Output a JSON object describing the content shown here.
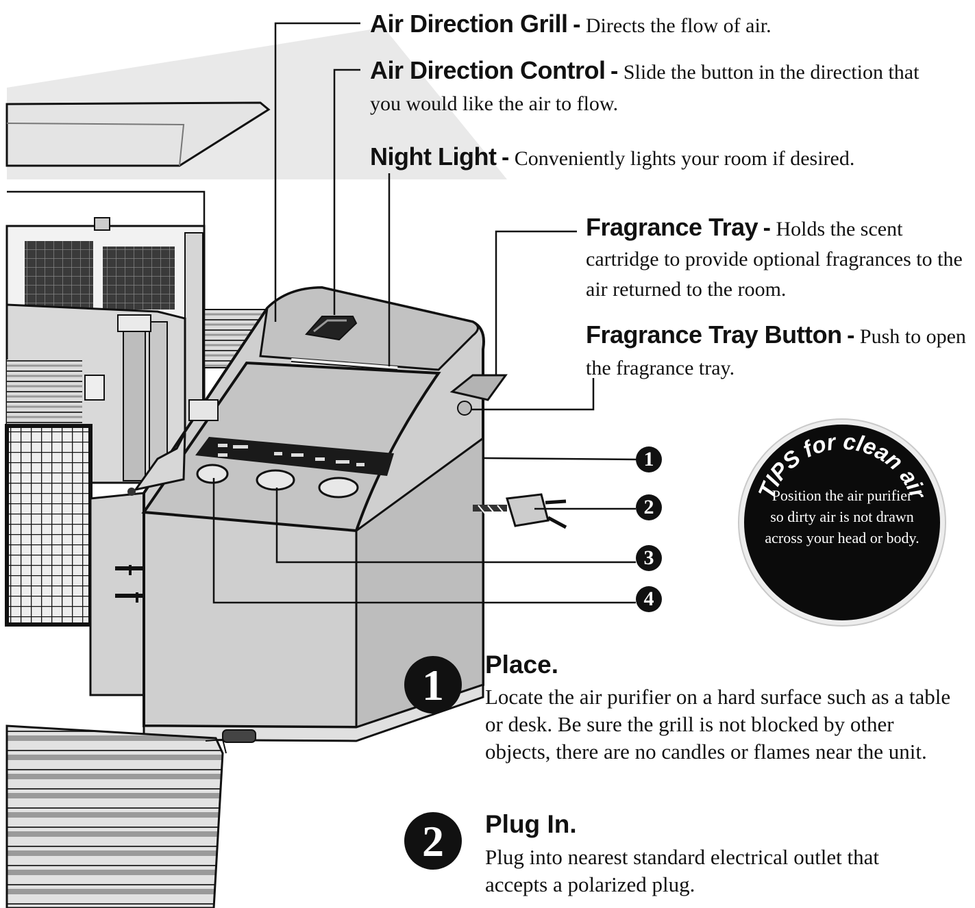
{
  "callouts": [
    {
      "title": "Air Direction Grill",
      "desc": "Directs the flow of air."
    },
    {
      "title": "Air Direction Control",
      "desc": "Slide the button in the direction that you would like the air to flow."
    },
    {
      "title": "Night Light",
      "desc": "Conveniently lights your room if desired."
    },
    {
      "title": "Fragrance Tray",
      "desc": "Holds the scent cartridge to provide optional fragrances to the air returned to the room."
    },
    {
      "title": "Fragrance Tray Button",
      "desc": "Push to open the fragrance tray."
    }
  ],
  "separator": "-",
  "numbered_markers": [
    "1",
    "2",
    "3",
    "4"
  ],
  "tips": {
    "heading": "TIPS for clean air",
    "text": "Position the air purifier so dirty air is not drawn across your head or body."
  },
  "steps": [
    {
      "number": "1",
      "title": "Place.",
      "text": "Locate the air purifier on a hard surface such as a table or desk. Be sure the grill is not blocked by other objects, there are no candles or flames near the unit."
    },
    {
      "number": "2",
      "title": "Plug In.",
      "text": "Plug into nearest standard electrical outlet that accepts a polarized plug."
    }
  ],
  "colors": {
    "ink": "#111111",
    "body_fill": "#cfcfcf",
    "shade": "#b9b9b9",
    "light": "#e6e6e6",
    "paper": "#ffffff"
  }
}
